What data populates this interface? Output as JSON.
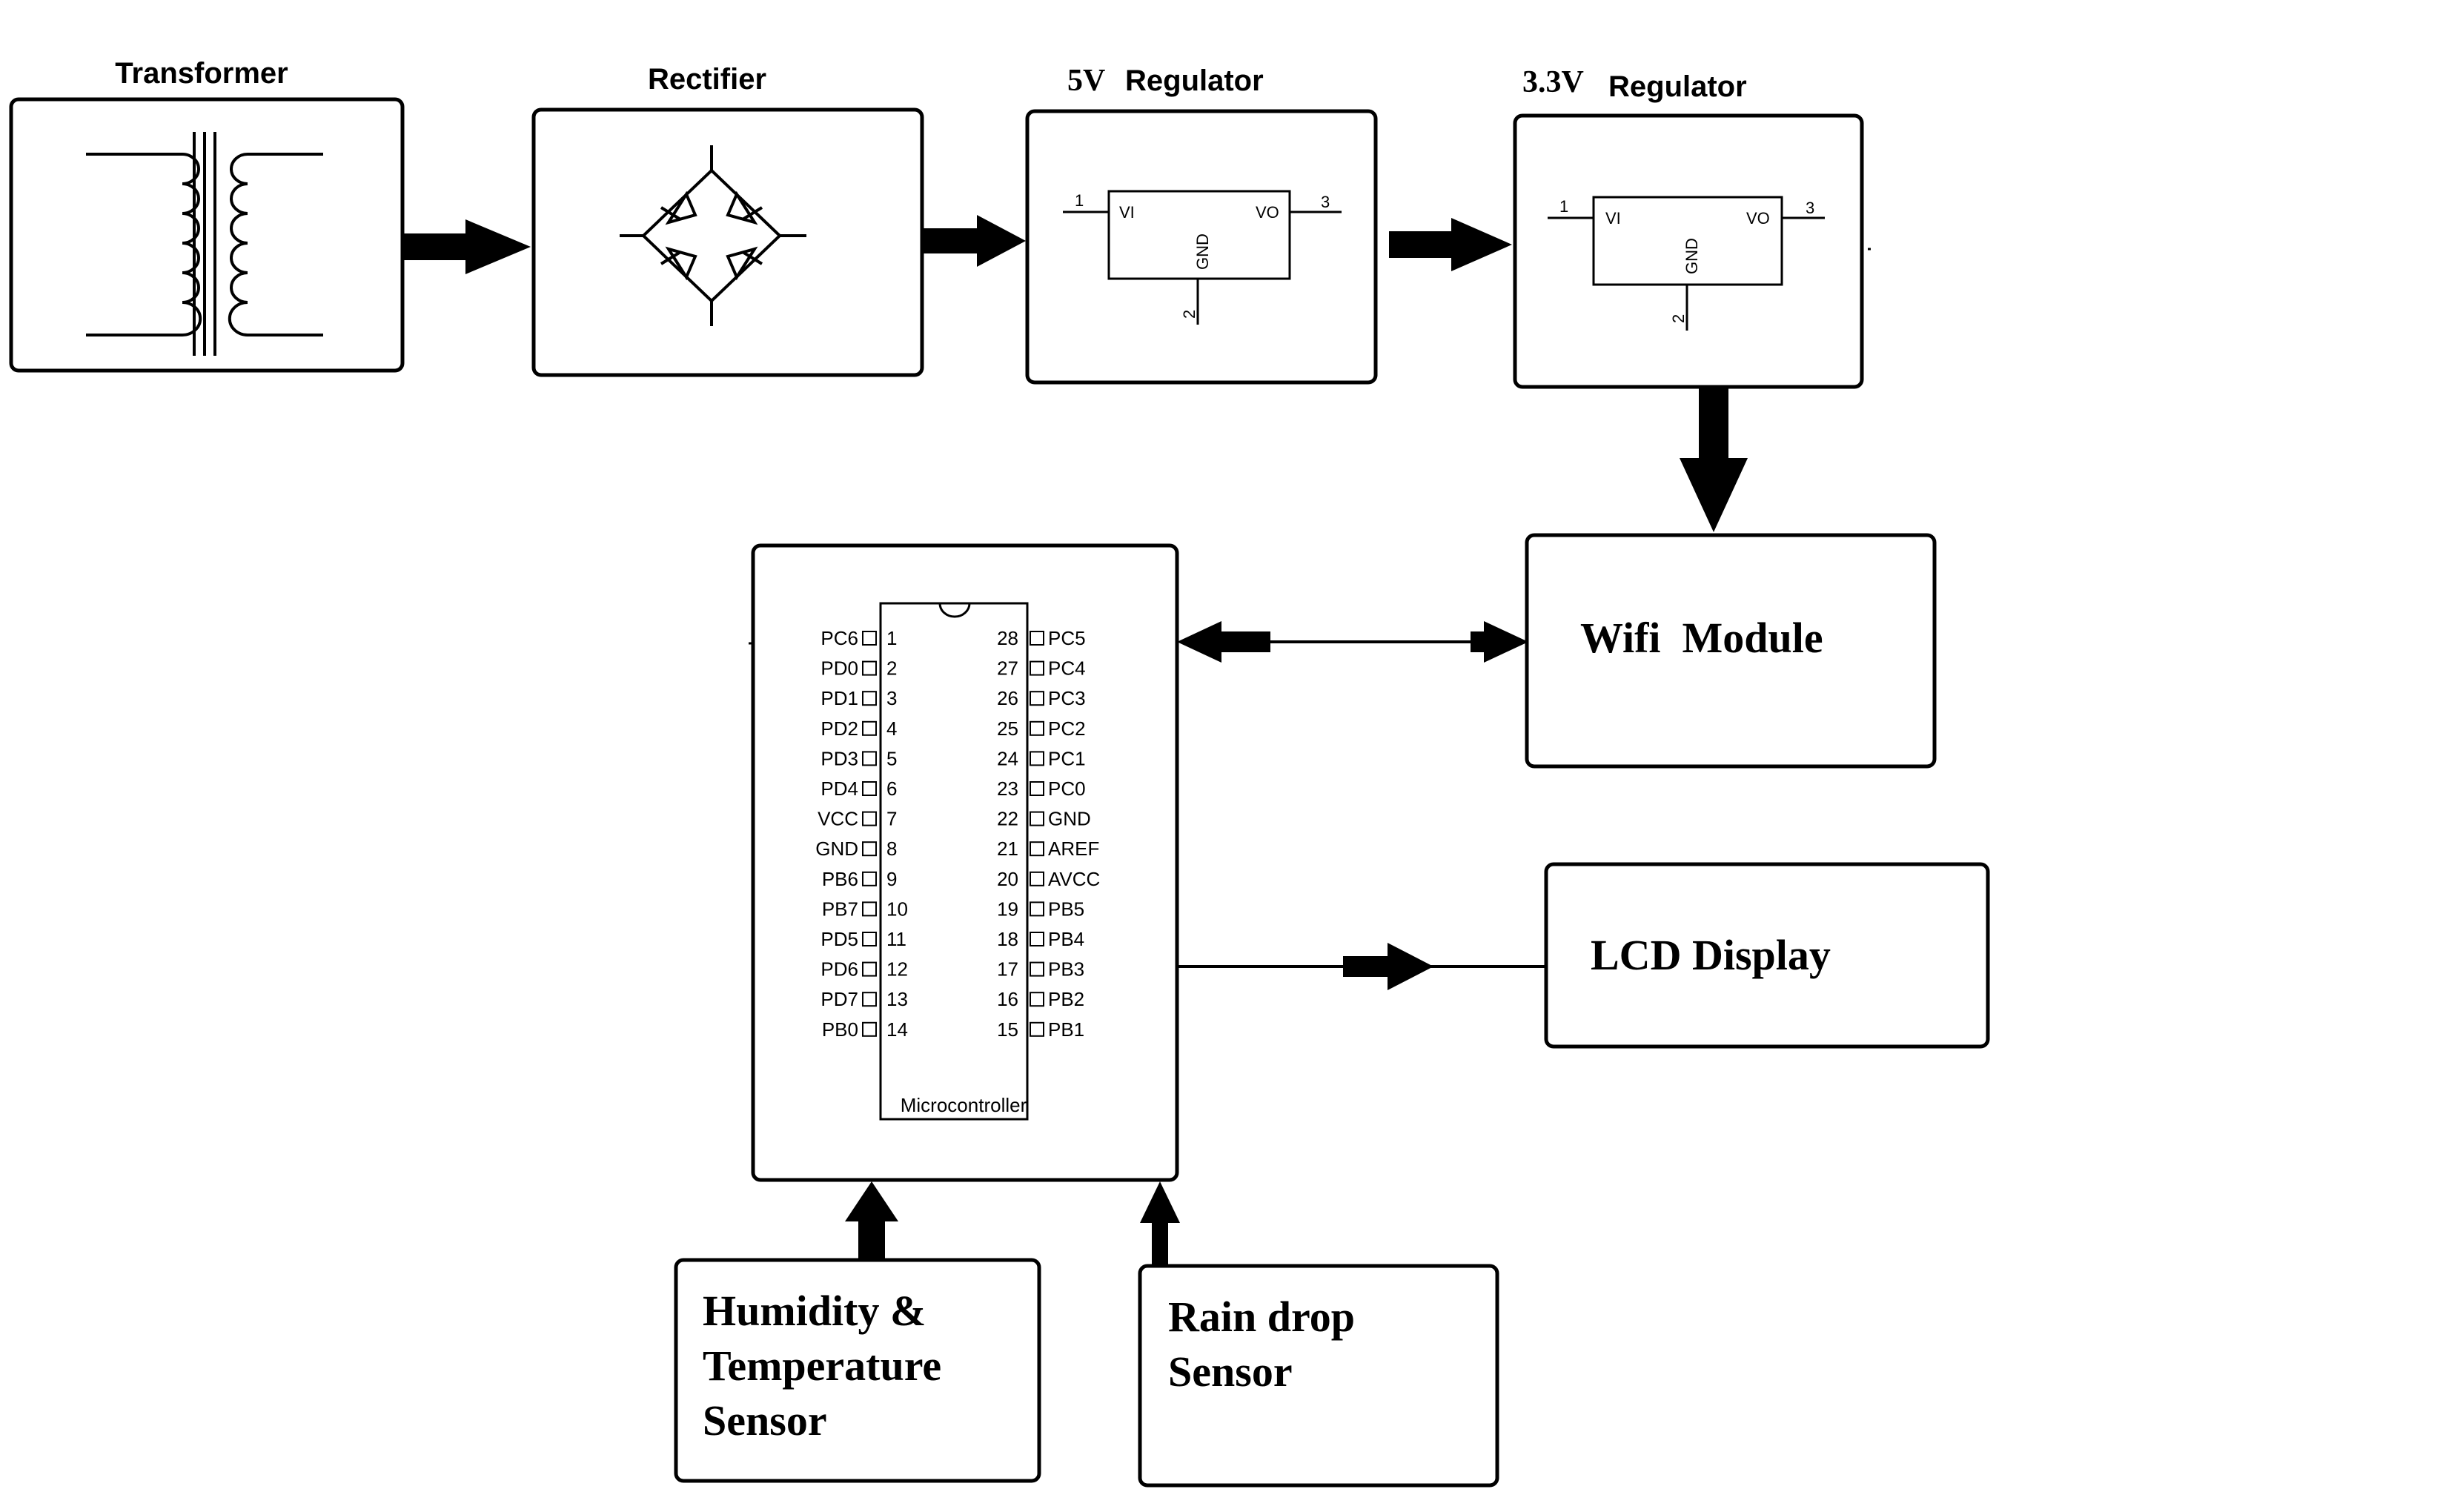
{
  "labels": {
    "transformer": "Transformer",
    "rectifier": "Rectifier",
    "reg5_title": "5V",
    "reg5_word": "Regulator",
    "reg33_title": "3.3V",
    "reg33_word": "Regulator",
    "wifi": "Wifi  Module",
    "lcd": "LCD Display",
    "micro": "Microcontroller",
    "humidity_lines": [
      "Humidity &",
      "Temperature",
      "Sensor"
    ],
    "rain_lines": [
      "Rain drop",
      "Sensor"
    ]
  },
  "regulator": {
    "vi": "VI",
    "vo": "VO",
    "gnd": "GND",
    "pin_in": "1",
    "pin_out": "3",
    "pin_gnd": "2"
  },
  "chip": {
    "left_pins": [
      {
        "name": "PC6",
        "num": "1"
      },
      {
        "name": "PD0",
        "num": "2"
      },
      {
        "name": "PD1",
        "num": "3"
      },
      {
        "name": "PD2",
        "num": "4"
      },
      {
        "name": "PD3",
        "num": "5"
      },
      {
        "name": "PD4",
        "num": "6"
      },
      {
        "name": "VCC",
        "num": "7"
      },
      {
        "name": "GND",
        "num": "8"
      },
      {
        "name": "PB6",
        "num": "9"
      },
      {
        "name": "PB7",
        "num": "10"
      },
      {
        "name": "PD5",
        "num": "11"
      },
      {
        "name": "PD6",
        "num": "12"
      },
      {
        "name": "PD7",
        "num": "13"
      },
      {
        "name": "PB0",
        "num": "14"
      }
    ],
    "right_pins": [
      {
        "name": "PC5",
        "num": "28"
      },
      {
        "name": "PC4",
        "num": "27"
      },
      {
        "name": "PC3",
        "num": "26"
      },
      {
        "name": "PC2",
        "num": "25"
      },
      {
        "name": "PC1",
        "num": "24"
      },
      {
        "name": "PC0",
        "num": "23"
      },
      {
        "name": "GND",
        "num": "22"
      },
      {
        "name": "AREF",
        "num": "21"
      },
      {
        "name": "AVCC",
        "num": "20"
      },
      {
        "name": "PB5",
        "num": "19"
      },
      {
        "name": "PB4",
        "num": "18"
      },
      {
        "name": "PB3",
        "num": "17"
      },
      {
        "name": "PB2",
        "num": "16"
      },
      {
        "name": "PB1",
        "num": "15"
      }
    ]
  }
}
